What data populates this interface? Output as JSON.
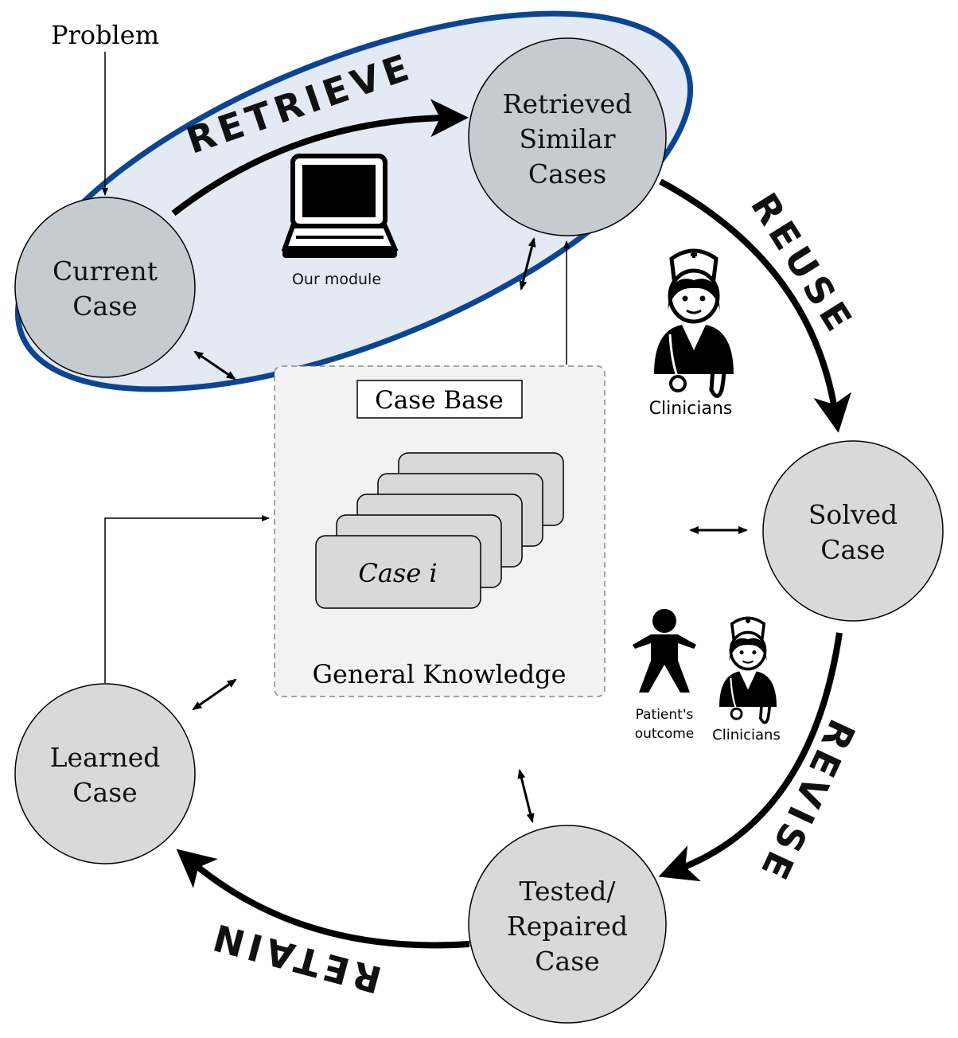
{
  "problem_label": "Problem",
  "nodes": {
    "current": [
      "Current",
      "Case"
    ],
    "retrieved": [
      "Retrieved",
      "Similar",
      "Cases"
    ],
    "solved": [
      "Solved",
      "Case"
    ],
    "tested": [
      "Tested/",
      "Repaired",
      "Case"
    ],
    "learned": [
      "Learned",
      "Case"
    ]
  },
  "phases": {
    "retrieve": "RETRIEVE",
    "reuse": "REUSE",
    "revise": "REVISE",
    "retain": "RETAIN"
  },
  "case_base": {
    "title": "Case Base",
    "card_label": "Case i",
    "footer": "General Knowledge"
  },
  "module_label": "Our module",
  "actors": {
    "clinicians_top": "Clinicians",
    "patient": [
      "Patient's",
      "outcome"
    ],
    "clinicians_bottom": "Clinicians"
  },
  "icons": [
    "laptop-icon",
    "clinician-icon",
    "patient-icon"
  ],
  "colors": {
    "ellipse_fill": "#e3eaf3",
    "ellipse_stroke": "#0b4592",
    "node_fill": "#d9d9d9",
    "node_fill_highlight": "#c6cad1"
  }
}
